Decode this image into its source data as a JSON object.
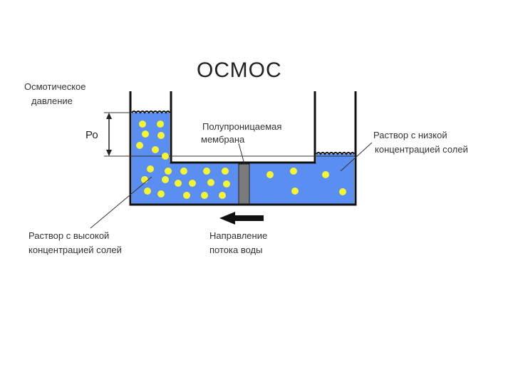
{
  "title": "ОСМОС",
  "labels": {
    "osmotic_pressure": [
      "Осмотическое",
      "давление"
    ],
    "pressure_symbol": "Ро",
    "membrane": [
      "Полупроницаемая",
      "мембрана"
    ],
    "low_concentration": [
      "Раствор с низкой",
      "концентрацией солей"
    ],
    "high_concentration": [
      "Раствор с высокой",
      "концентрацией солей"
    ],
    "flow_direction": [
      "Направление",
      "потока воды"
    ]
  },
  "colors": {
    "water": "#5b8ef2",
    "particle": "#f5f530",
    "wall": "#111111",
    "membrane": "#7a7a7a",
    "leader": "#333333"
  }
}
